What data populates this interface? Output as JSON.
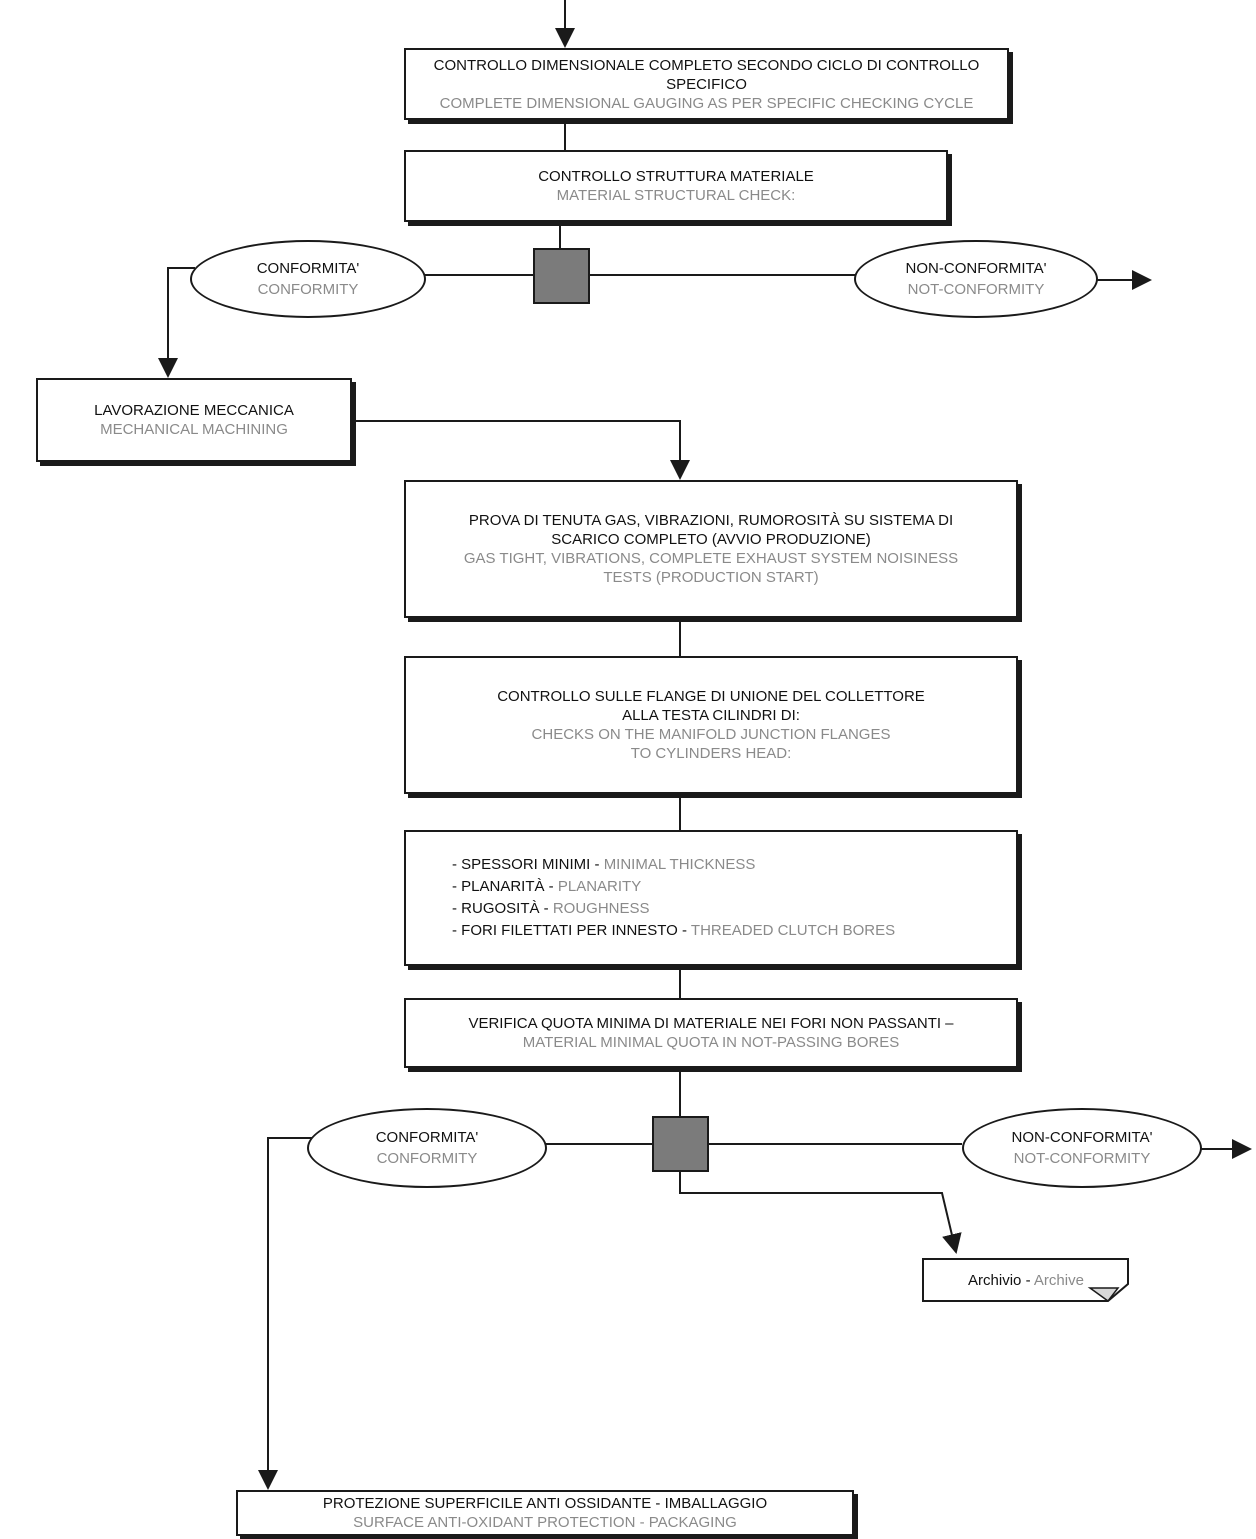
{
  "steps": {
    "dimensional": {
      "it_line1": "CONTROLLO DIMENSIONALE COMPLETO SECONDO CICLO DI CONTROLLO",
      "it_line2": "SPECIFICO",
      "en": "COMPLETE DIMENSIONAL GAUGING AS PER SPECIFIC CHECKING CYCLE"
    },
    "material": {
      "it": "CONTROLLO STRUTTURA MATERIALE",
      "en": "MATERIAL STRUCTURAL CHECK:"
    },
    "machining": {
      "it": "LAVORAZIONE MECCANICA",
      "en": "MECHANICAL MACHINING"
    },
    "gas_test": {
      "it_line1": "PROVA DI TENUTA GAS, VIBRAZIONI, RUMOROSITÀ SU SISTEMA DI",
      "it_line2": "SCARICO COMPLETO (AVVIO PRODUZIONE)",
      "en_line1": "GAS TIGHT, VIBRATIONS, COMPLETE EXHAUST SYSTEM NOISINESS",
      "en_line2": "TESTS (PRODUCTION START)"
    },
    "flanges": {
      "it_line1": "CONTROLLO SULLE FLANGE DI UNIONE DEL COLLETTORE",
      "it_line2": "ALLA TESTA CILINDRI DI:",
      "en_line1": "CHECKS ON THE MANIFOLD JUNCTION FLANGES",
      "en_line2": "TO CYLINDERS HEAD:"
    },
    "checks_list": [
      {
        "it": "- SPESSORI MINIMI - ",
        "en": "MINIMAL THICKNESS"
      },
      {
        "it": "- PLANARITÀ  - ",
        "en": "PLANARITY"
      },
      {
        "it": "- RUGOSITÀ - ",
        "en": "ROUGHNESS"
      },
      {
        "it": "- FORI FILETTATI PER INNESTO - ",
        "en": "THREADED CLUTCH BORES"
      }
    ],
    "quota": {
      "it": "VERIFICA QUOTA MINIMA DI MATERIALE NEI FORI NON PASSANTI –",
      "en": "MATERIAL MINIMAL QUOTA IN NOT-PASSING BORES"
    },
    "packaging": {
      "it": "PROTEZIONE SUPERFICILE ANTI OSSIDANTE -  IMBALLAGGIO",
      "en": "SURFACE ANTI-OXIDANT PROTECTION - PACKAGING"
    }
  },
  "decisions": {
    "conformity_it": "CONFORMITA'",
    "conformity_en": "CONFORMITY",
    "nonconformity_it": "NON-CONFORMITA'",
    "nonconformity_en": "NOT-CONFORMITY"
  },
  "archive": {
    "it": "Archivio - ",
    "en": "Archive"
  },
  "colors": {
    "stroke": "#1a1a1a",
    "english_text": "#8a8a8a",
    "gate_fill": "#7b7b7b"
  }
}
